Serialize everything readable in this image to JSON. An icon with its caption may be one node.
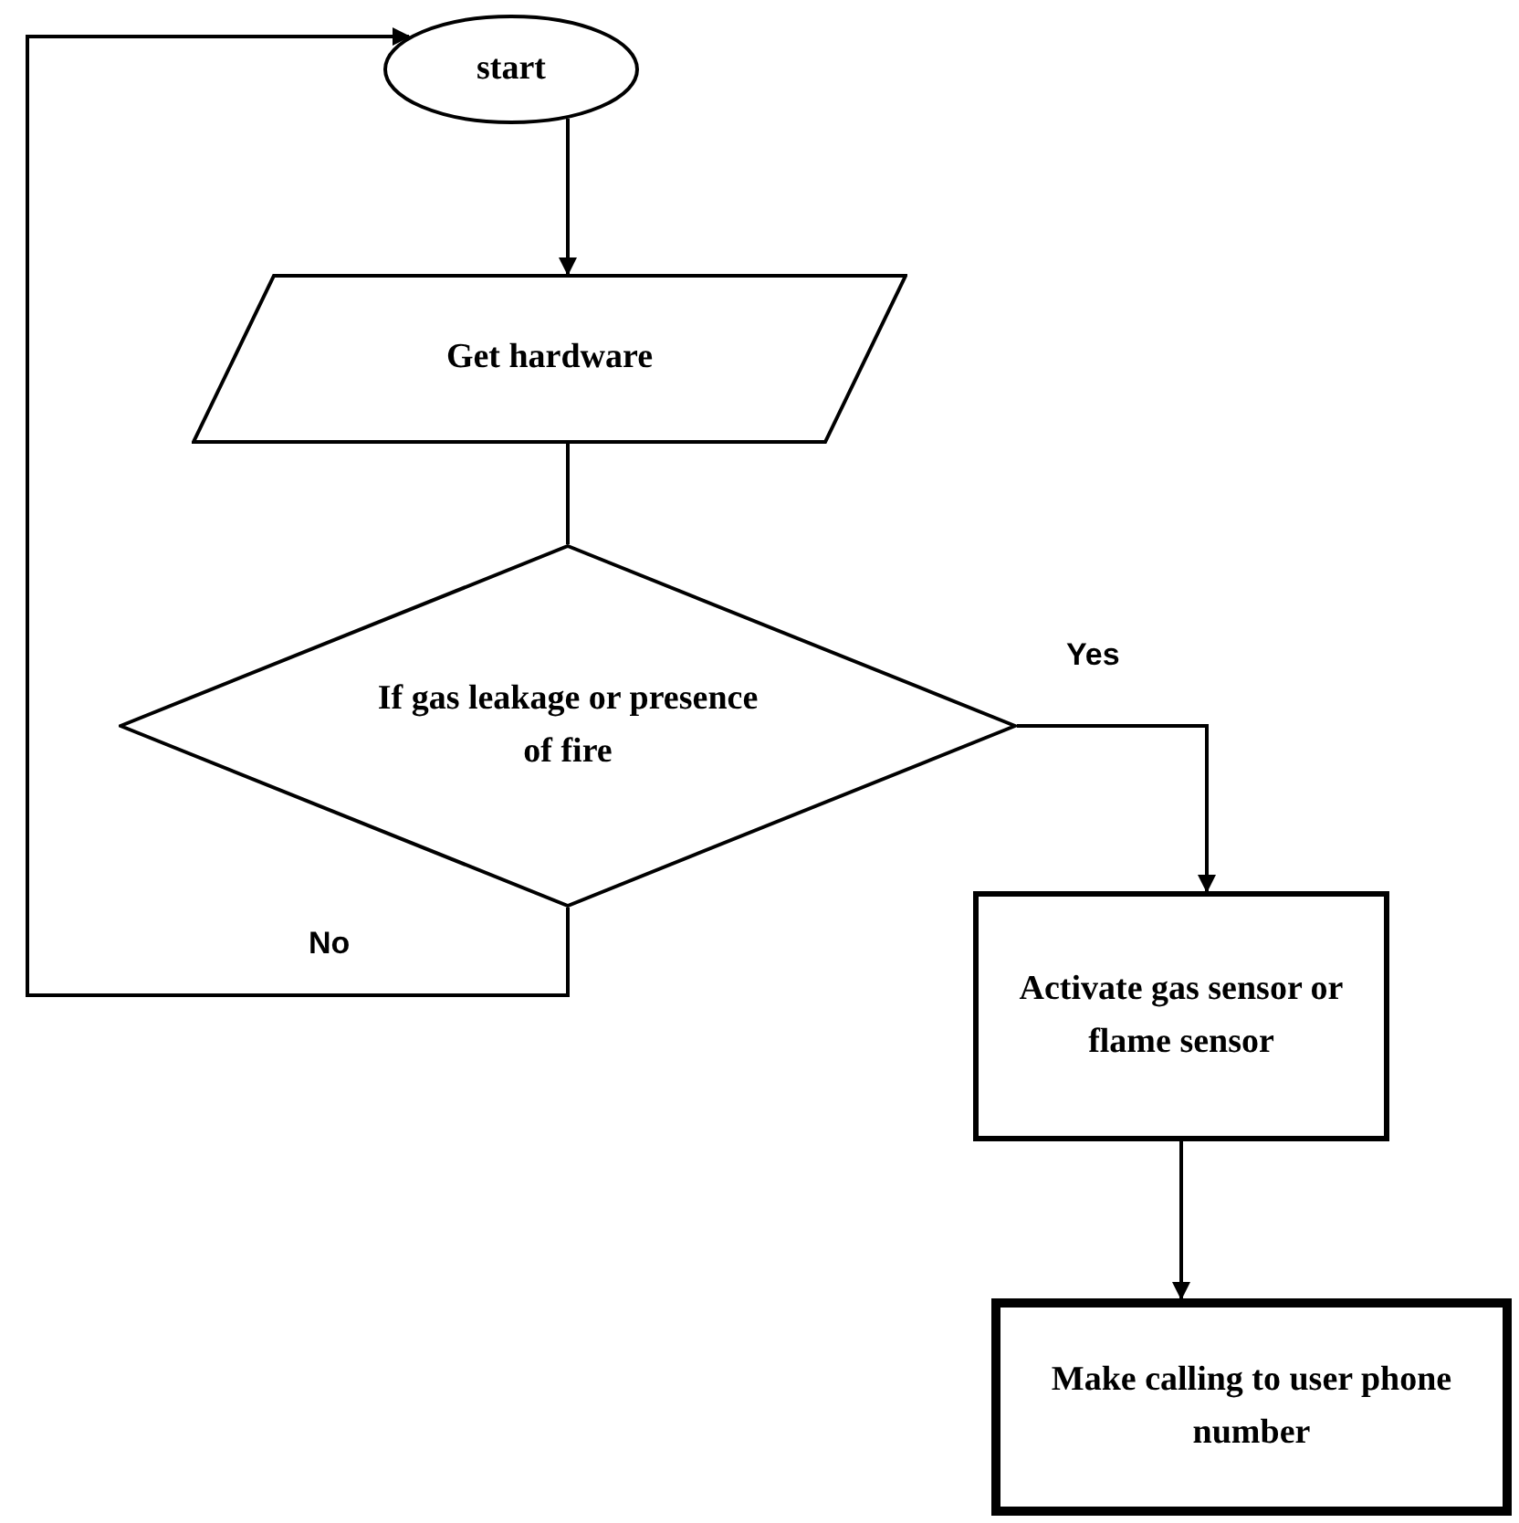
{
  "diagram": {
    "nodes": [
      {
        "text": [
          "start"
        ]
      },
      {
        "text": [
          "Get hardware"
        ]
      },
      {
        "text": [
          "If gas leakage or presence of fire"
        ]
      },
      {
        "text": [
          "Activate gas sensor or flame sensor"
        ]
      },
      {
        "text": [
          "Make calling to user phone number"
        ]
      }
    ],
    "edges": [
      {
        "from": 0,
        "to": 1,
        "arrow": "to"
      },
      {
        "from": 1,
        "to": 2,
        "arrow": "none"
      },
      {
        "from": 2,
        "to": 3,
        "arrow": "to",
        "label": "Yes"
      },
      {
        "from": 2,
        "to": 0,
        "arrow": "to",
        "label": "No"
      },
      {
        "from": 3,
        "to": 4,
        "arrow": "to"
      }
    ]
  }
}
